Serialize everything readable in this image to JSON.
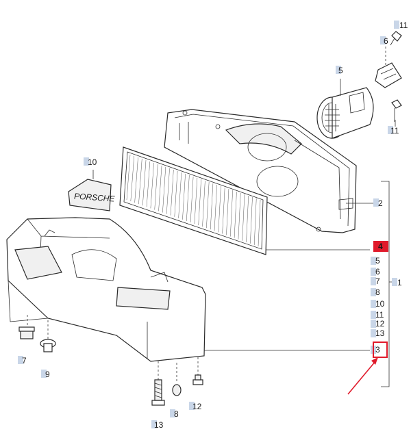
{
  "colors": {
    "tag_bg": "#c9d6e8",
    "highlight_tag": "#e01a2b",
    "highlight_box": "#e01a2b",
    "arrow": "#e01a2b",
    "line": "#2a2a2a"
  },
  "logo_text": "PORSCHE",
  "callouts": {
    "c11_top": "11",
    "c6": "6",
    "c5_top": "5",
    "c11_mid": "11",
    "c10_top": "10",
    "c2": "2",
    "c7_left": "7",
    "c9": "9",
    "c13_bottom": "13",
    "c8_bottom": "8",
    "c12_bottom": "12",
    "c1": "1"
  },
  "group_list": {
    "items": [
      "4",
      "5",
      "6",
      "7",
      "8",
      "10",
      "11",
      "12",
      "13",
      "3"
    ],
    "highlighted_item": "4",
    "boxed_item": "3"
  }
}
